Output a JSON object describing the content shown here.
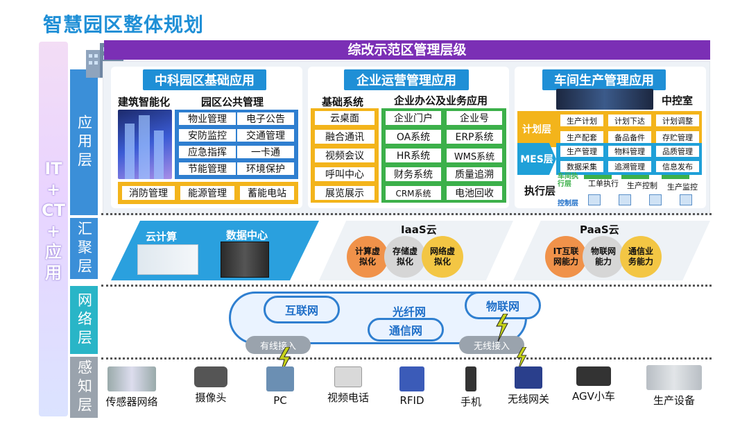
{
  "title": "智慧园区整体规划",
  "left_bar": {
    "lines": [
      "IT",
      "+",
      "CT",
      "+",
      "应",
      "用"
    ]
  },
  "layers": {
    "app": "应用层",
    "agg": "汇聚层",
    "net": "网络层",
    "sense": "感知层"
  },
  "top_banner": "综改示范区管理层级",
  "sections": {
    "park": {
      "title": "中科园区基础应用",
      "building_label": "建筑智能化",
      "public_label": "园区公共管理",
      "public_items": [
        "物业管理",
        "电子公告",
        "安防监控",
        "交通管理",
        "应急指挥",
        "一卡通",
        "节能管理",
        "环境保护"
      ],
      "bottom_items": [
        "消防管理",
        "能源管理",
        "蓄能电站"
      ]
    },
    "enterprise": {
      "title": "企业运营管理应用",
      "base_label": "基础系统",
      "office_label": "企业办公及业务应用",
      "base_items": [
        "云桌面",
        "融合通讯",
        "视频会议",
        "呼叫中心",
        "展览展示"
      ],
      "office_items": [
        "企业门户",
        "企业号",
        "OA系统",
        "ERP系统",
        "HR系统",
        "WMS系统",
        "财务系统",
        "质量追溯",
        "CRM系统",
        "电池回收"
      ]
    },
    "workshop": {
      "title": "车间生产管理应用",
      "control_room": "中控室",
      "plan_layer": "计划层",
      "plan_items": [
        "生产计划",
        "计划下达",
        "计划调整",
        "生产配套",
        "备品备件",
        "存贮管理"
      ],
      "mes_layer": "MES层",
      "mes_items": [
        "生产管理",
        "物料管理",
        "品质管理",
        "数据采集",
        "追溯管理",
        "信息发布"
      ],
      "exec_layer": "执行层",
      "exec_small": "车间执行层",
      "exec_items": [
        "工单执行",
        "生产控制",
        "生产监控"
      ],
      "control_layer": "控制层"
    }
  },
  "aggregation": {
    "cloud_compute": "云计算",
    "data_center": "数据中心",
    "iaas_title": "IaaS云",
    "iaas_items": [
      "计算虚\n拟化",
      "存储虚\n拟化",
      "网络虚\n拟化"
    ],
    "paas_title": "PaaS云",
    "paas_items": [
      "IT互联\n网能力",
      "物联网\n能力",
      "通信业\n务能力"
    ]
  },
  "network": {
    "internet": "互联网",
    "fiber": "光纤网",
    "iot": "物联网",
    "telecom": "通信网",
    "wired": "有线接入",
    "wireless": "无线接入"
  },
  "devices": [
    "传感器网络",
    "摄像头",
    "PC",
    "视频电话",
    "RFID",
    "手机",
    "无线网关",
    "AGV小车",
    "生产设备"
  ],
  "colors": {
    "blue": "#1f8fd6",
    "purple": "#7b2fb5",
    "orange": "#f3b41b",
    "green": "#3cb04a",
    "layer_blue": "#3b8fd8",
    "layer_teal": "#29b5c7"
  }
}
